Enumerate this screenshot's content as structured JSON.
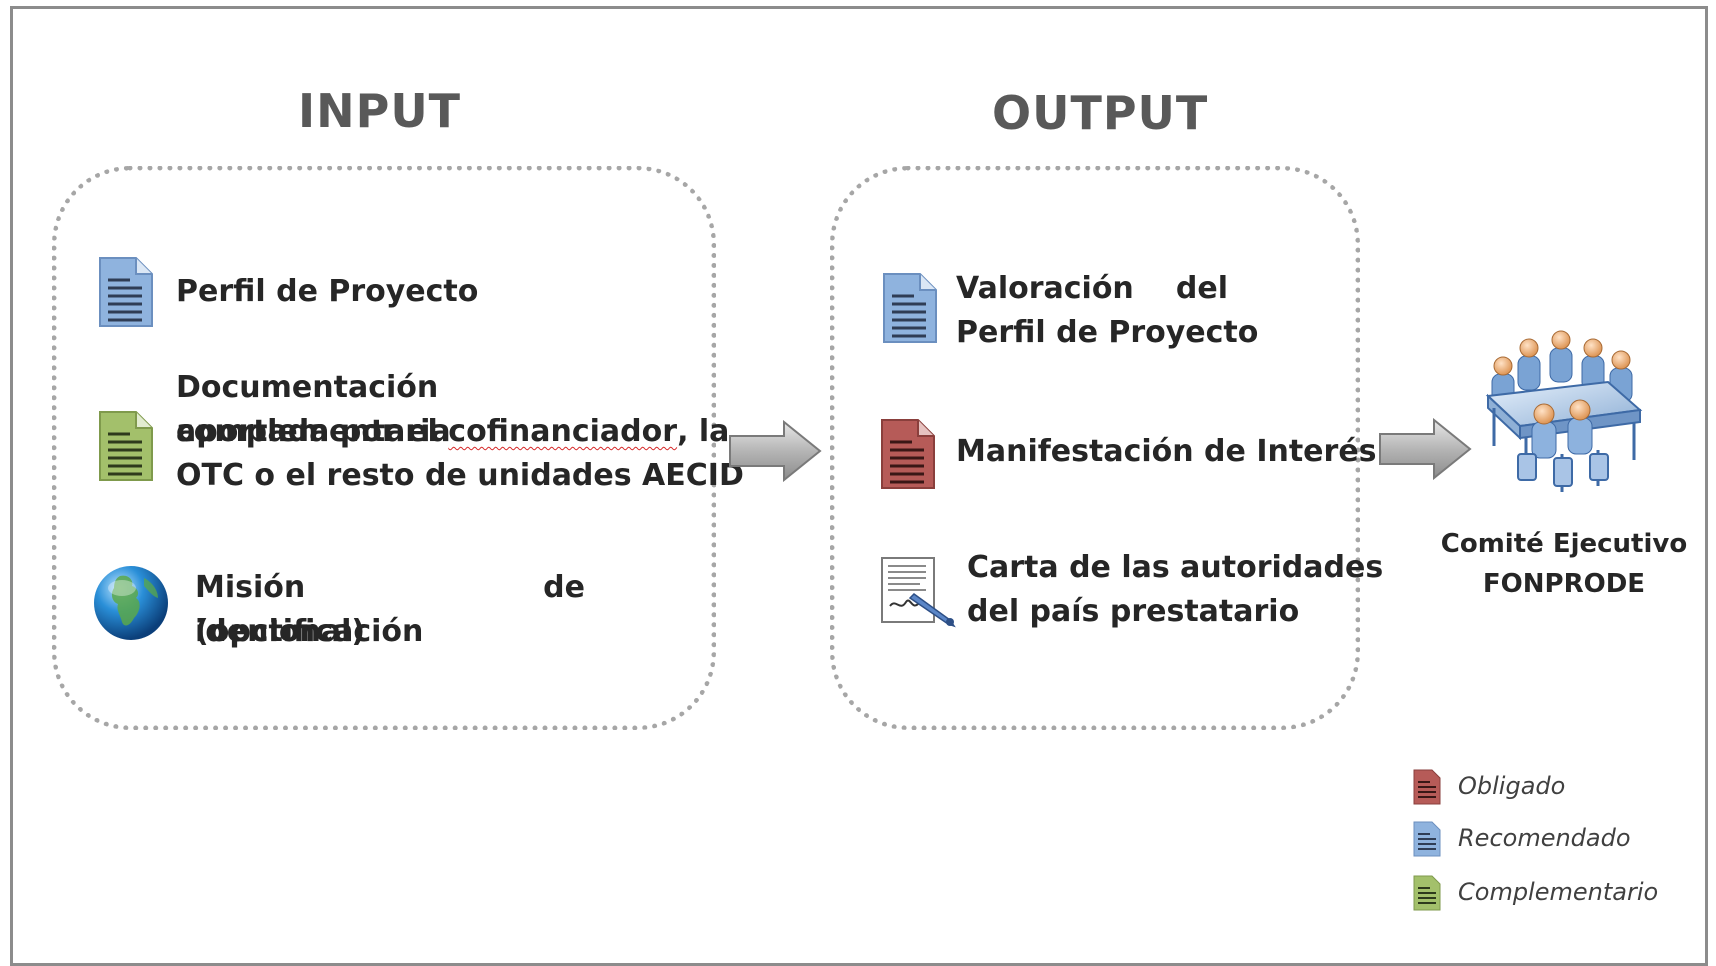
{
  "input": {
    "heading": "INPUT",
    "items": [
      {
        "lines": [
          "Perfil de Proyecto"
        ],
        "icon": "doc-blue-icon"
      },
      {
        "lines_pre": "Documentación complementaria aportada por el ",
        "lines_underlined": "cofinanciador",
        "lines_post": ", la OTC o el resto de unidades AECID",
        "line1": "Documentación complementaria",
        "line2_a": "aportada por el ",
        "line2_b": "cofinanciador",
        "line2_c": ", la",
        "line3": "OTC o el resto de unidades AECID",
        "icon": "doc-green-icon"
      },
      {
        "line1": "Misión de identificación",
        "line2": "(opcional)",
        "icon": "globe-icon"
      }
    ]
  },
  "output": {
    "heading": "OUTPUT",
    "items": [
      {
        "line1": "Valoración del",
        "line2": "Perfil de Proyecto",
        "icon": "doc-blue-icon"
      },
      {
        "line1": "Manifestación de Interés",
        "icon": "doc-red-icon"
      },
      {
        "line1": "Carta de las autoridades",
        "line2": "del país prestatario",
        "icon": "signed-letter-icon"
      }
    ]
  },
  "committee": {
    "line1": "Comité Ejecutivo",
    "line2": "FONPRODE",
    "icon": "meeting-table-icon"
  },
  "legend": [
    {
      "label": "Obligado",
      "color": "#c0504d"
    },
    {
      "label": "Recomendado",
      "color": "#4f81bd"
    },
    {
      "label": "Complementario",
      "color": "#9bbb59"
    }
  ],
  "colors": {
    "blue": "#7ea6d6",
    "green": "#a3c06b",
    "red": "#b65b58",
    "arrow": "#a6a6a6"
  }
}
